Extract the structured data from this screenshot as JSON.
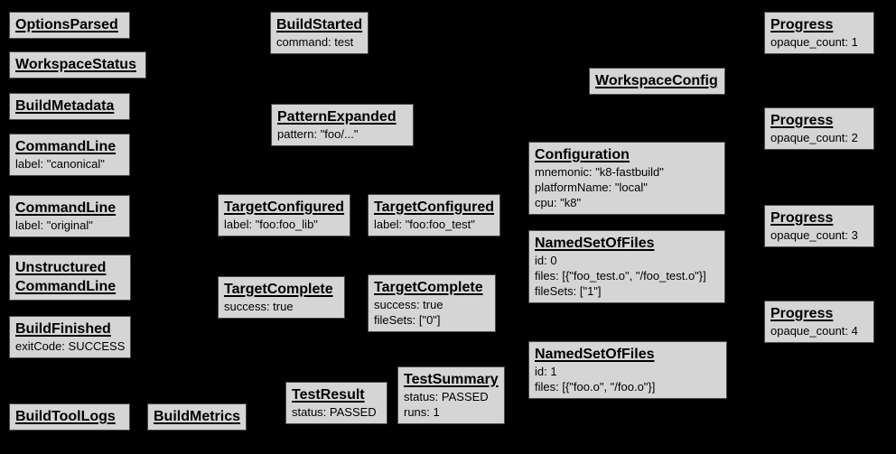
{
  "diagram": {
    "colors": {
      "background": "#000000",
      "node_fill": "#d5d5d5",
      "node_border": "#4a4a4a",
      "text": "#000000"
    }
  },
  "nodes": [
    {
      "title": "OptionsParsed",
      "lines": []
    },
    {
      "title": "WorkspaceStatus",
      "lines": []
    },
    {
      "title": "BuildMetadata",
      "lines": []
    },
    {
      "title": "CommandLine",
      "lines": [
        "label: \"canonical\""
      ]
    },
    {
      "title": "CommandLine",
      "lines": [
        "label: \"original\""
      ]
    },
    {
      "title": "Unstructured CommandLine",
      "lines": []
    },
    {
      "title": "BuildFinished",
      "lines": [
        "exitCode: SUCCESS"
      ]
    },
    {
      "title": "BuildToolLogs",
      "lines": []
    },
    {
      "title": "BuildMetrics",
      "lines": []
    },
    {
      "title": "BuildStarted",
      "lines": [
        "command: test"
      ]
    },
    {
      "title": "PatternExpanded",
      "lines": [
        "pattern: \"foo/...\""
      ]
    },
    {
      "title": "TargetConfigured",
      "lines": [
        "label: \"foo:foo_lib\""
      ]
    },
    {
      "title": "TargetComplete",
      "lines": [
        "success: true"
      ]
    },
    {
      "title": "TestResult",
      "lines": [
        "status: PASSED"
      ]
    },
    {
      "title": "TargetConfigured",
      "lines": [
        "label: \"foo:foo_test\""
      ]
    },
    {
      "title": "TargetComplete",
      "lines": [
        "success: true",
        "fileSets: [\"0\"]"
      ]
    },
    {
      "title": "TestSummary",
      "lines": [
        "status: PASSED",
        "runs: 1"
      ]
    },
    {
      "title": "WorkspaceConfig",
      "lines": []
    },
    {
      "title": "Configuration",
      "lines": [
        "mnemonic: \"k8-fastbuild\"",
        "platformName: \"local\"",
        "cpu: \"k8\""
      ]
    },
    {
      "title": "NamedSetOfFiles",
      "lines": [
        "id: 0",
        "files: [{\"foo_test.o\", \"/foo_test.o\"}]",
        "fileSets: [\"1\"]"
      ]
    },
    {
      "title": "NamedSetOfFiles",
      "lines": [
        "id: 1",
        "files: [{\"foo.o\", \"/foo.o\"}]"
      ]
    },
    {
      "title": "Progress",
      "lines": [
        "opaque_count: 1"
      ]
    },
    {
      "title": "Progress",
      "lines": [
        "opaque_count: 2"
      ]
    },
    {
      "title": "Progress",
      "lines": [
        "opaque_count: 3"
      ]
    },
    {
      "title": "Progress",
      "lines": [
        "opaque_count: 4"
      ]
    }
  ]
}
